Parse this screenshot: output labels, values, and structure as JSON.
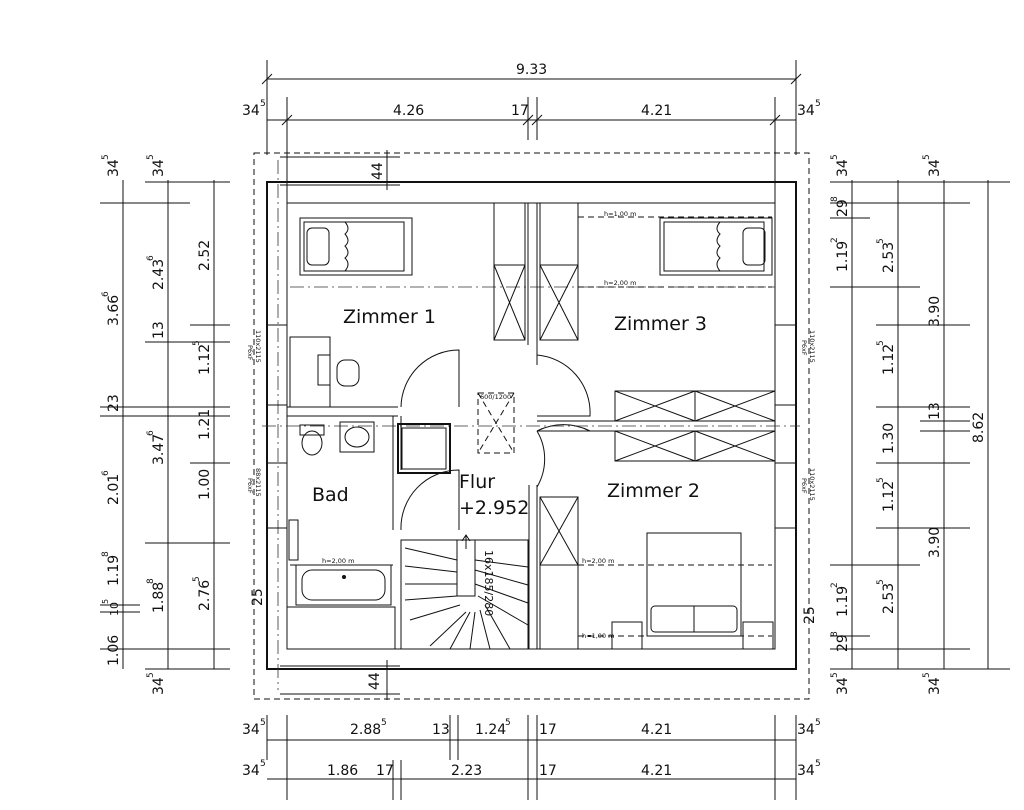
{
  "rooms": {
    "zimmer1": "Zimmer 1",
    "zimmer2": "Zimmer 2",
    "zimmer3": "Zimmer 3",
    "bad": "Bad",
    "flur": "Flur",
    "level": "+2.952"
  },
  "dims_top": {
    "total": "9.33",
    "l_overhang": "34",
    "l_overhang_sup": "5",
    "left_room": "4.26",
    "wall": "17",
    "right_room": "4.21",
    "r_overhang": "34",
    "r_overhang_sup": "5",
    "inset": "44"
  },
  "dims_bottom": {
    "row1": {
      "l": "34",
      "l_sup": "5",
      "a": "2.88",
      "a_sup": "5",
      "w1": "13",
      "b": "1.24",
      "b_sup": "5",
      "w2": "17",
      "c": "4.21",
      "r": "34",
      "r_sup": "5"
    },
    "row2": {
      "l": "34",
      "l_sup": "5",
      "a": "1.86",
      "w1": "17",
      "b": "2.23",
      "w2": "17",
      "c": "4.21",
      "r": "34",
      "r_sup": "5"
    },
    "inset": "44"
  },
  "dims_left_outer": [
    "3.66",
    "23",
    "2.01",
    "1.19",
    "10",
    "1.06"
  ],
  "dims_left_outer_sup": [
    "6",
    "",
    "6",
    "8",
    "5",
    ""
  ],
  "dims_left_mid": [
    "2.43",
    "13",
    "3.47",
    "1.88"
  ],
  "dims_left_mid_sup": [
    "6",
    "",
    "6",
    "8"
  ],
  "dims_left_inner": [
    "2.52",
    "1.12",
    "1.21",
    "1.00",
    "2.76",
    "25"
  ],
  "dims_left_inner_sup": [
    "",
    "5",
    "",
    "",
    "5",
    ""
  ],
  "dims_left_ends": {
    "top_a": "34",
    "top_a_sup": "5",
    "top_b": "34",
    "top_b_sup": "5",
    "bottom": "34",
    "bottom_sup": "5"
  },
  "dims_right_inner": [
    "29",
    "1.19",
    "2.53",
    "1.12",
    "13",
    "1.12",
    "2.53",
    "1.19",
    "29",
    "25"
  ],
  "dims_right_inner_sup": [
    "8",
    "2",
    "5",
    "5",
    "",
    "5",
    "5",
    "2",
    "8",
    ""
  ],
  "dims_right_outer": [
    "3.90",
    "1.30",
    "3.90",
    "8.62"
  ],
  "dims_right_ends": {
    "top_a": "34",
    "top_a_sup": "5",
    "top_b": "34",
    "top_b_sup": "5",
    "bot_a": "34",
    "bot_a_sup": "5",
    "bot_b": "34",
    "bot_b_sup": "5"
  },
  "notes": {
    "h100": "h=1,00 m",
    "h200": "h=2,00 m",
    "window_left_top": "110x2115",
    "window_left_top2": "P6xF",
    "window_left_bot": "88x2115",
    "window_left_bot2": "P6xF",
    "window_right_top": "110x2115",
    "window_right_top2": "P6xF",
    "window_right_bot": "110x2115",
    "window_right_bot2": "P6xF",
    "skylight": "600/1200",
    "stair": "16x185/280"
  }
}
